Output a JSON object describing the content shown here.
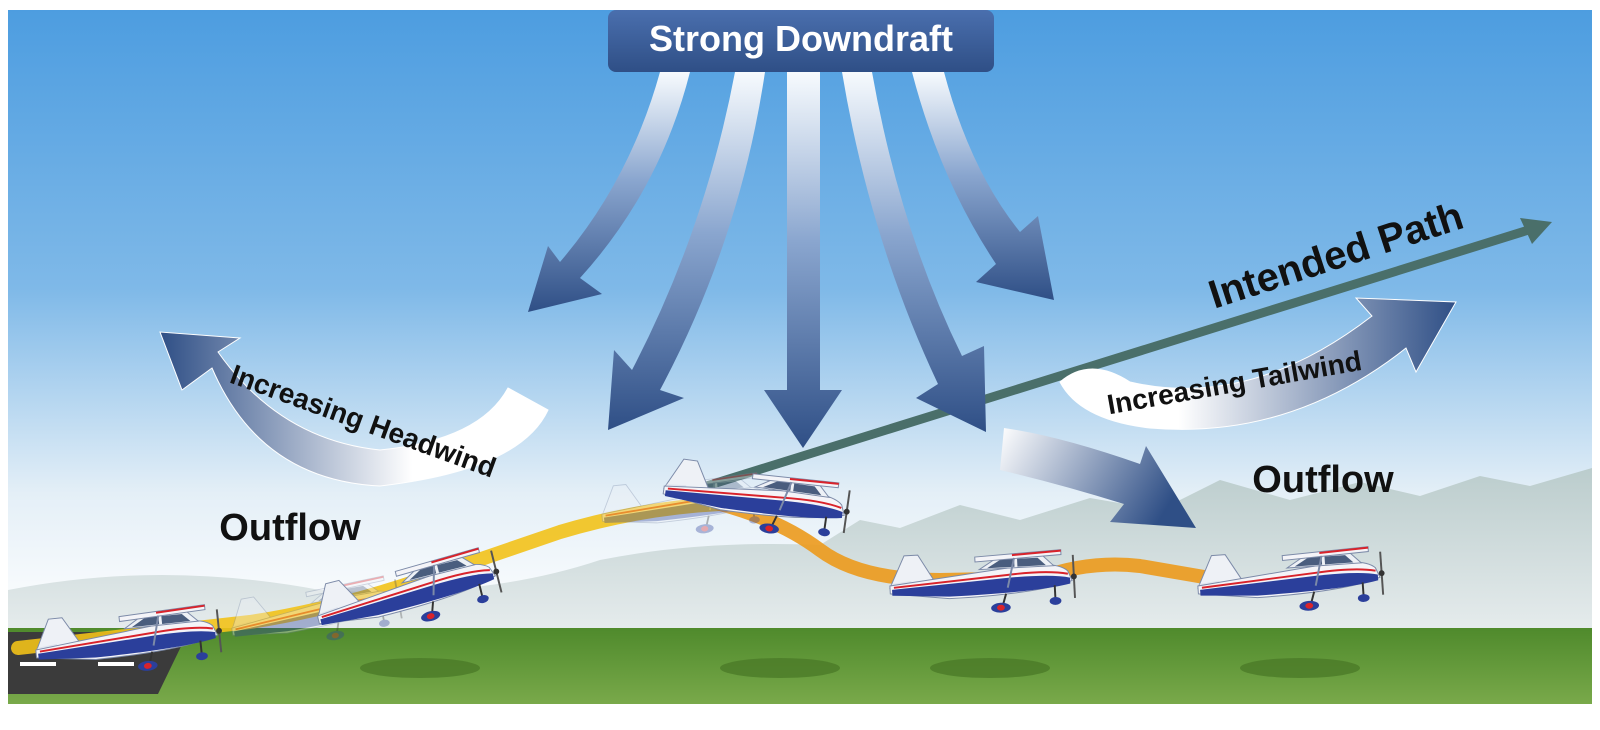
{
  "title": "Strong Downdraft",
  "labels": {
    "intended_path": "Intended Path",
    "increasing_headwind": "Increasing Headwind",
    "increasing_tailwind": "Increasing Tailwind",
    "outflow_left": "Outflow",
    "outflow_right": "Outflow"
  },
  "colors": {
    "sky_top": "#4f9fe0",
    "sky_bottom": "#ffffff",
    "arrow_dark": "#2f4f86",
    "arrow_light": "#ffffff",
    "title_box": "#3a5d9a",
    "flight_path_yellow": "#f2c21a",
    "flight_path_orange": "#ec9a1c",
    "intended_path": "#4a6f6a",
    "grass": "#5c8f35",
    "runway": "#3b3b3b",
    "aircraft_body": "#f4f4f8",
    "aircraft_stripe": "#2b3f9b",
    "aircraft_trim": "#d9232b"
  },
  "icons": [
    "airplane-icon",
    "downdraft-arrow-icon",
    "headwind-arrow-icon",
    "tailwind-arrow-icon",
    "outflow-arrow-icon",
    "intended-path-arrow-icon"
  ]
}
